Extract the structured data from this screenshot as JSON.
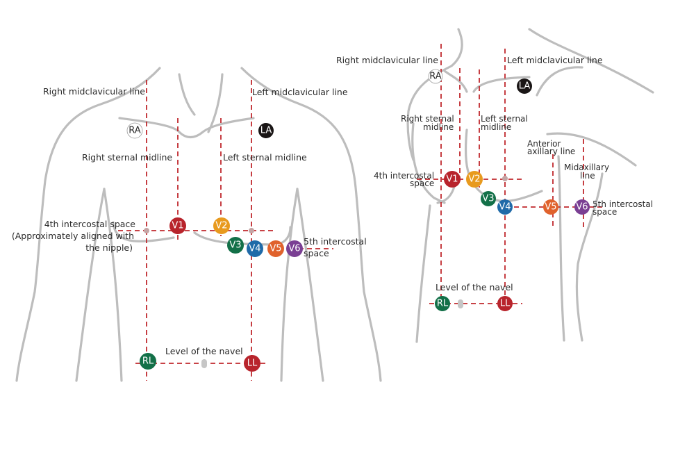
{
  "front_view": {
    "labels": {
      "right_midclavicular": "Right midclavicular line",
      "left_midclavicular": "Left midclavicular line",
      "right_sternal": "Right sternal midline",
      "left_sternal": "Left sternal midline",
      "fourth_ics_line1": "4th intercostal space",
      "fourth_ics_line2": "(Approximately aligned with",
      "fourth_ics_line3": "the nipple)",
      "fifth_ics_line1": "5th intercostal",
      "fifth_ics_line2": "space",
      "navel": "Level of the navel"
    },
    "electrodes": {
      "RA": "RA",
      "LA": "LA",
      "V1": "V1",
      "V2": "V2",
      "V3": "V3",
      "V4": "V4",
      "V5": "V5",
      "V6": "V6",
      "RL": "RL",
      "LL": "LL"
    }
  },
  "side_view": {
    "labels": {
      "right_midclavicular": "Right midclavicular line",
      "left_midclavicular": "Left midclavicular line",
      "right_sternal_1": "Right sternal",
      "right_sternal_2": "midline",
      "left_sternal_1": "Left sternal",
      "left_sternal_2": "midline",
      "anterior_axillary_1": "Anterior",
      "anterior_axillary_2": "axillary line",
      "midaxillary_1": "Midaxillary",
      "midaxillary_2": "line",
      "fourth_ics_1": "4th intercostal",
      "fourth_ics_2": "space",
      "fifth_ics_1": "5th intercostal",
      "fifth_ics_2": "space",
      "navel": "Level of the navel"
    },
    "electrodes": {
      "RA": "RA",
      "LA": "LA",
      "V1": "V1",
      "V2": "V2",
      "V3": "V3",
      "V4": "V4",
      "V5": "V5",
      "V6": "V6",
      "RL": "RL",
      "LL": "LL"
    }
  },
  "colors": {
    "guide_line": "#c0282d",
    "body_outline": "#bdbdbd",
    "RA": "#ffffff",
    "LA": "#1a1616",
    "V1": "#b8242c",
    "V2": "#e89a1e",
    "V3": "#137048",
    "V4": "#1f6aa8",
    "V5": "#e0622c",
    "V6": "#7a3f93",
    "RL": "#137048",
    "LL": "#b8242c"
  }
}
